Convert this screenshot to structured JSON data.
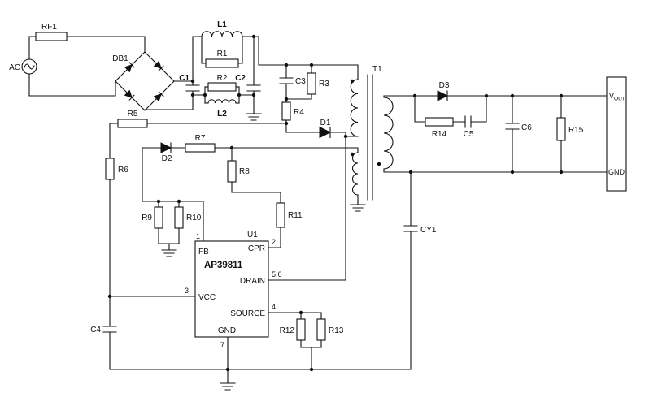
{
  "schematic": {
    "ac_source": {
      "label": "AC"
    },
    "components": {
      "RF1": "RF1",
      "DB1": "DB1",
      "L1": "L1",
      "R1": "R1",
      "C1": "C1",
      "R2": "R2",
      "C2": "C2",
      "L2": "L2",
      "C3": "C3",
      "R3": "R3",
      "R4": "R4",
      "D1": "D1",
      "T1": "T1",
      "D2": "D2",
      "R5": "R5",
      "R6": "R6",
      "R7": "R7",
      "R8": "R8",
      "R9": "R9",
      "R10": "R10",
      "R11": "R11",
      "D3": "D3",
      "R14": "R14",
      "C5": "C5",
      "C6": "C6",
      "R15": "R15",
      "C4": "C4",
      "R12": "R12",
      "R13": "R13",
      "CY1": "CY1"
    },
    "ic": {
      "designator": "U1",
      "part_number": "AP39811",
      "pins": [
        {
          "number": "1",
          "name": "FB"
        },
        {
          "number": "2",
          "name": "CPR"
        },
        {
          "number": "3",
          "name": "VCC"
        },
        {
          "number": "4",
          "name": "SOURCE"
        },
        {
          "number": "5,6",
          "name": "DRAIN"
        },
        {
          "number": "7",
          "name": "GND"
        }
      ]
    },
    "output_terminal": {
      "vout_main": "V",
      "vout_sub": "OUT",
      "gnd": "GND"
    }
  }
}
